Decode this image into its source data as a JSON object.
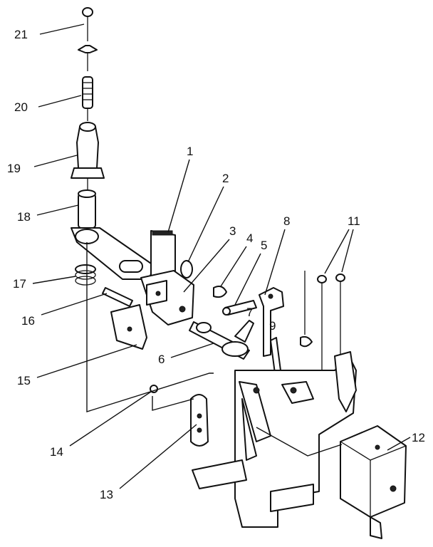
{
  "diagram": {
    "callouts": [
      "1",
      "2",
      "3",
      "4",
      "5",
      "6",
      "7",
      "8",
      "9",
      "11",
      "12",
      "13",
      "14",
      "15",
      "16",
      "17",
      "18",
      "19",
      "20",
      "21"
    ]
  }
}
